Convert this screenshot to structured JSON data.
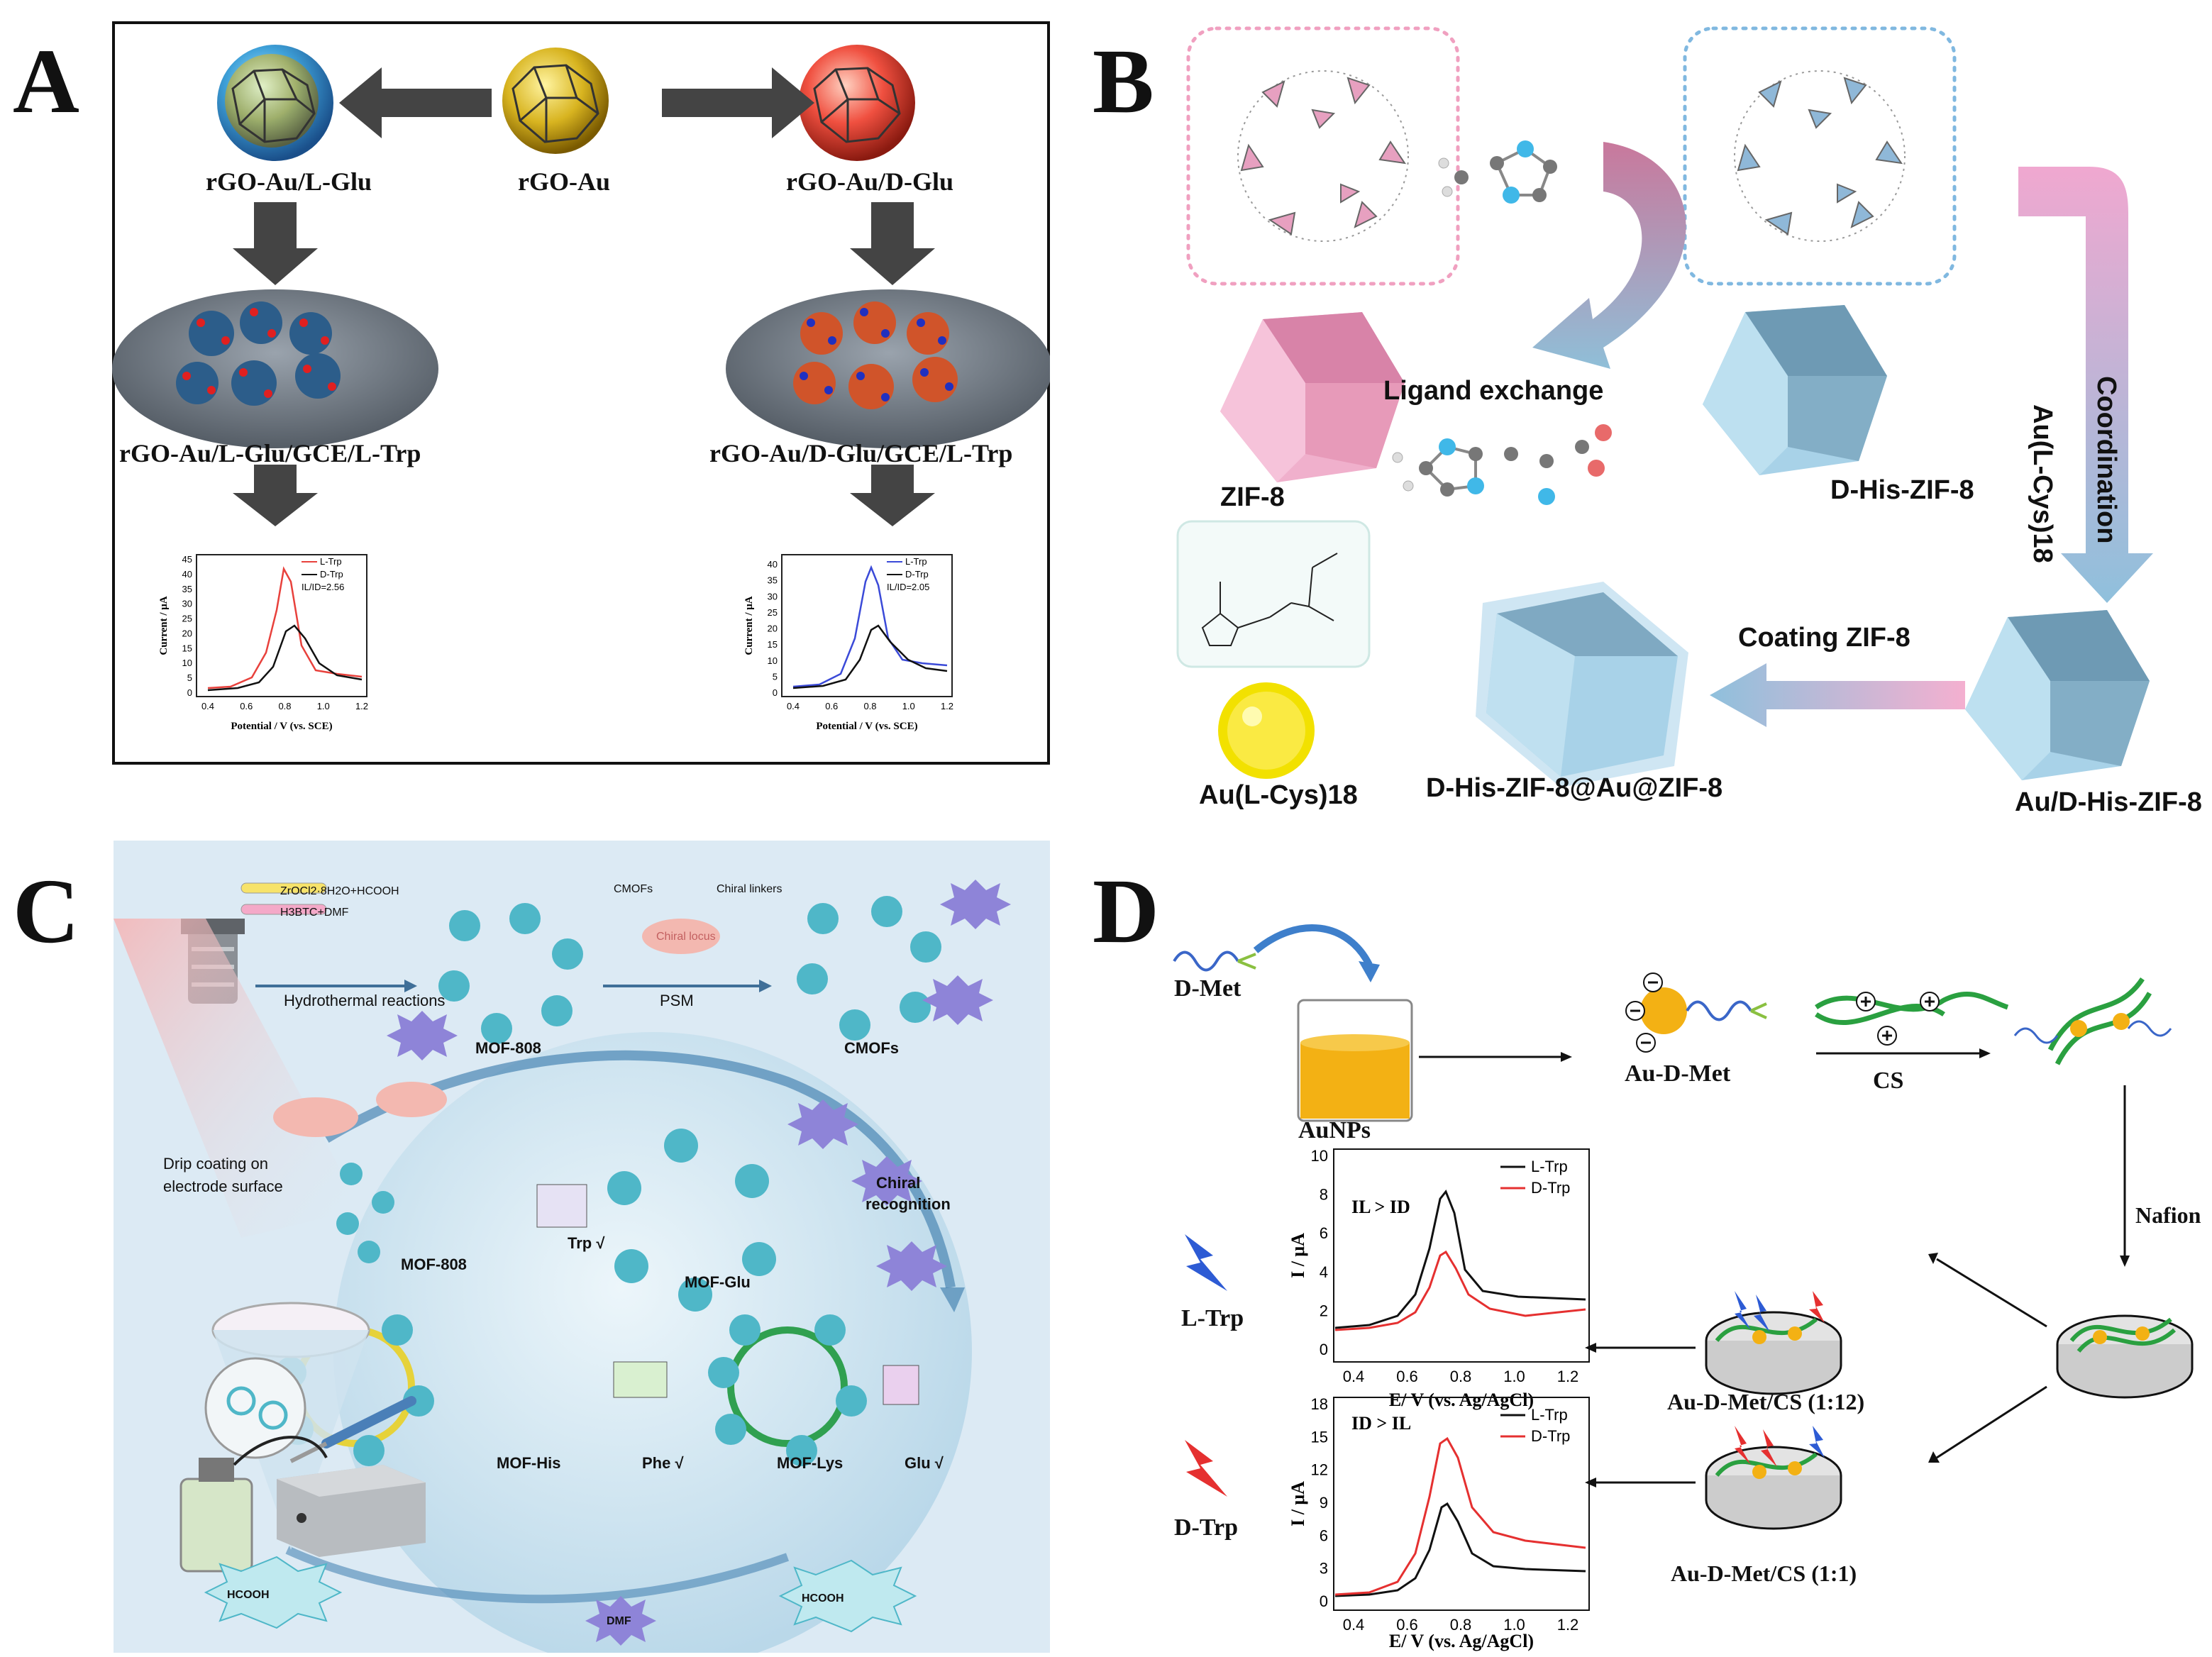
{
  "panels": {
    "a": "A",
    "b": "B",
    "c": "C",
    "d": "D"
  },
  "panel_a": {
    "center": "rGO-Au",
    "left": "rGO-Au/L-Glu",
    "right": "rGO-Au/D-Glu",
    "left_electrode": "rGO-Au/L-Glu/GCE/L-Trp",
    "right_electrode": "rGO-Au/D-Glu/GCE/L-Trp",
    "chart_left": {
      "ylabel": "Current / μA",
      "xlabel": "Potential / V (vs. SCE)",
      "legend": [
        "L-Trp",
        "D-Trp"
      ],
      "ratio": "IL/ID=2.56",
      "yticks": [
        "0",
        "5",
        "10",
        "15",
        "20",
        "25",
        "30",
        "35",
        "40",
        "45"
      ],
      "xticks": [
        "0.4",
        "0.6",
        "0.8",
        "1.0",
        "1.2"
      ]
    },
    "chart_right": {
      "ylabel": "Current / μA",
      "xlabel": "Potential / V (vs. SCE)",
      "legend": [
        "L-Trp",
        "D-Trp"
      ],
      "ratio": "IL/ID=2.05",
      "yticks": [
        "0",
        "5",
        "10",
        "15",
        "20",
        "25",
        "30",
        "35",
        "40"
      ],
      "xticks": [
        "0.4",
        "0.6",
        "0.8",
        "1.0",
        "1.2"
      ]
    }
  },
  "panel_b": {
    "zif8": "ZIF-8",
    "ligand_exchange": "Ligand exchange",
    "dhis": "D-His-ZIF-8",
    "coordination": "Coordination",
    "au_cys_vertical": "Au(L-Cys)18",
    "coating": "Coating ZIF-8",
    "core_shell": "D-His-ZIF-8@Au@ZIF-8",
    "au_dhis": "Au/D-His-ZIF-8",
    "au_cys": "Au(L-Cys)18",
    "au_cys_sub": "18"
  },
  "panel_c": {
    "reagent1": "ZrOCl2·8H2O+HCOOH",
    "reagent2": "H3BTC+DMF",
    "hydrothermal": "Hydrothermal reactions",
    "mof808_top": "MOF-808",
    "psm": "PSM",
    "cmofs_small": "CMOFs",
    "chiral_linkers": "Chiral linkers",
    "chiral_locus": "Chiral locus",
    "cmofs": "CMOFs",
    "drip": "Drip coating on",
    "drip2": "electrode surface",
    "mof808": "MOF-808",
    "trp": "Trp √",
    "mof_glu": "MOF-Glu",
    "chiral_recog": "Chiral",
    "chiral_recog2": "recognition",
    "mof_his": "MOF-His",
    "phe": "Phe √",
    "mof_lys": "MOF-Lys",
    "glu": "Glu √",
    "hcooh1": "HCOOH",
    "dmf": "DMF",
    "hcooh2": "HCOOH"
  },
  "panel_d": {
    "dmet": "D-Met",
    "aunps": "AuNPs",
    "au_dmet": "Au-D-Met",
    "cs": "CS",
    "nafion": "Nafion",
    "ltrp": "L-Trp",
    "dtrp": "D-Trp",
    "cs112": "Au-D-Met/CS (1:12)",
    "cs11": "Au-D-Met/CS (1:1)",
    "top_chart": {
      "ylabel": "I / μA",
      "xlabel": "E/ V (vs. Ag/AgCl)",
      "legend": [
        "L-Trp",
        "D-Trp"
      ],
      "note": "IL > ID",
      "yticks": [
        "0",
        "2",
        "4",
        "6",
        "8",
        "10"
      ],
      "xticks": [
        "0.4",
        "0.6",
        "0.8",
        "1.0",
        "1.2"
      ]
    },
    "bottom_chart": {
      "ylabel": "I / μA",
      "xlabel": "E/ V (vs. Ag/AgCl)",
      "legend": [
        "L-Trp",
        "D-Trp"
      ],
      "note": "ID > IL",
      "yticks": [
        "0",
        "3",
        "6",
        "9",
        "12",
        "15",
        "18"
      ],
      "xticks": [
        "0.4",
        "0.6",
        "0.8",
        "1.0",
        "1.2"
      ]
    }
  },
  "colors": {
    "ltrp_red": "#e8413c",
    "dtrp_black": "#111111",
    "ltrp_blue": "#3b4ad8",
    "pink": "#e8a6c4",
    "lightblue": "#9cc9e0"
  }
}
